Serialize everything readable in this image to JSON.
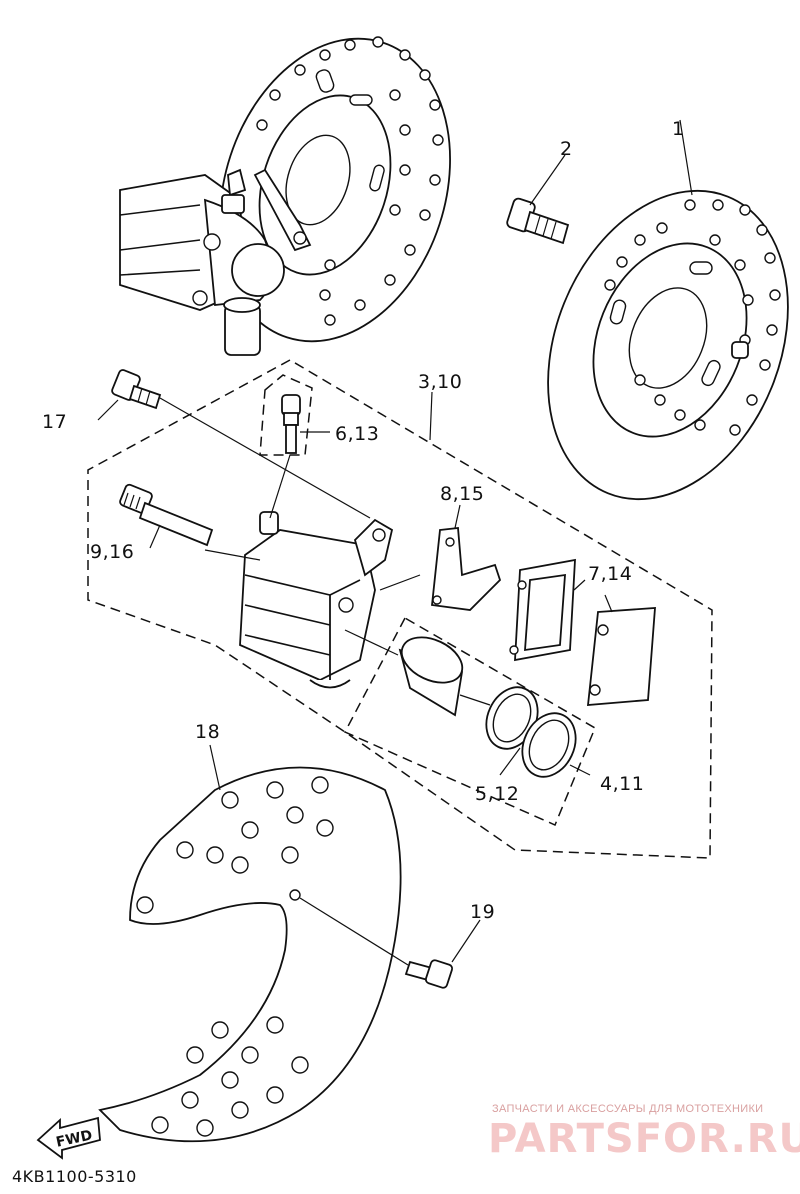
{
  "callouts": {
    "c1": "1",
    "c2": "2",
    "c3": "3,10",
    "c4": "4,11",
    "c5": "5,12",
    "c6": "6,13",
    "c7": "7,14",
    "c8": "8,15",
    "c9": "9,16",
    "c17": "17",
    "c18": "18",
    "c19": "19"
  },
  "diagram_code": "4KB1100-5310",
  "fwd_label": "FWD",
  "watermark": {
    "tagline": "ЗАПЧАСТИ И АКСЕССУАРЫ ДЛЯ МОТОТЕХНИКИ",
    "brand": "PARTSFOR.RU"
  }
}
